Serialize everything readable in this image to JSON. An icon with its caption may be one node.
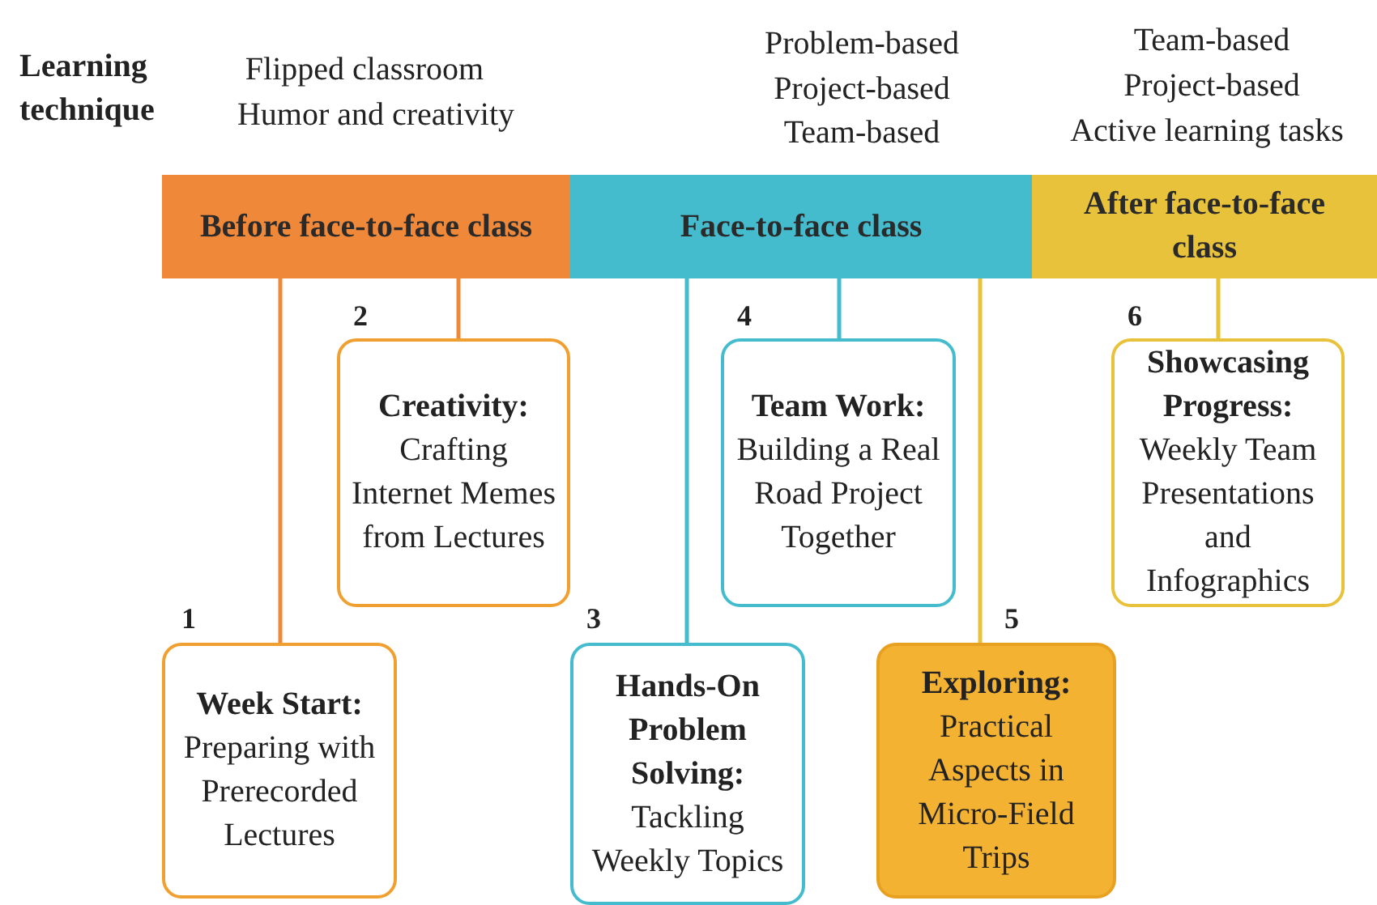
{
  "diagram": {
    "nodes": [
      {
        "text": [
          "Before face-to-face class"
        ]
      },
      {
        "text": [
          "Face-to-face class"
        ]
      },
      {
        "text": [
          "After face-to-face class"
        ]
      },
      {
        "text": [
          "Week Start:",
          "Preparing with Prerecorded Lectures"
        ],
        "beside": [
          "1"
        ]
      },
      {
        "text": [
          "Creativity:",
          "Crafting Internet Memes from Lectures"
        ],
        "beside": [
          "2"
        ]
      },
      {
        "text": [
          "Hands-On Problem Solving:",
          "Tackling Weekly Topics"
        ],
        "beside": [
          "3"
        ]
      },
      {
        "text": [
          "Team Work:",
          "Building a Real Road Project Together"
        ],
        "beside": [
          "4"
        ]
      },
      {
        "text": [
          "Exploring:",
          "Practical Aspects in Micro-Field Trips"
        ],
        "beside": [
          "5"
        ]
      },
      {
        "text": [
          "Showcasing Progress:",
          "Weekly Team Presentations and Infographics"
        ],
        "beside": [
          "6"
        ]
      }
    ],
    "edges": [
      {
        "from": 0,
        "to": 3,
        "arrow": "none",
        "color": "#f0883a"
      },
      {
        "from": 0,
        "to": 4,
        "arrow": "none",
        "color": "#f0883a"
      },
      {
        "from": 1,
        "to": 5,
        "arrow": "none",
        "color": "#45bccd"
      },
      {
        "from": 1,
        "to": 6,
        "arrow": "none",
        "color": "#45bccd"
      },
      {
        "from": 1,
        "to": 7,
        "arrow": "none",
        "color": "#e8c23a"
      },
      {
        "from": 2,
        "to": 8,
        "arrow": "none",
        "color": "#e8c23a"
      }
    ],
    "labels": [
      "Learning technique",
      "Problem-based",
      "Team-based",
      "Flipped classroom",
      "Project-based",
      "Project-based",
      "Humor and creativity",
      "Team-based",
      "Active learning tasks"
    ]
  }
}
